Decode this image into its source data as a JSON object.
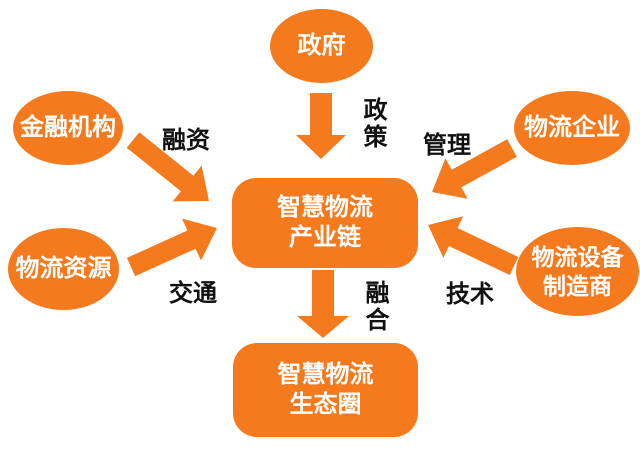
{
  "diagram": {
    "description": "Smart logistics industry chain ecosystem diagram",
    "colors": {
      "shape_fill": "#f5791d",
      "shape_text": "#ffffff",
      "edge_label_text": "#111111",
      "background": "#ffffff"
    },
    "nodes": {
      "government": {
        "label": "政府"
      },
      "financial": {
        "label": "金融机构"
      },
      "resources": {
        "label": "物流资源"
      },
      "enterprises": {
        "label": "物流企业"
      },
      "manufacturers": {
        "line1": "物流设备",
        "line2": "制造商"
      },
      "industry_chain": {
        "line1": "智慧物流",
        "line2": "产业链"
      },
      "ecosystem": {
        "line1": "智慧物流",
        "line2": "生态圈"
      }
    },
    "edges": {
      "policy": {
        "label": "政策",
        "from": "government",
        "to": "industry_chain"
      },
      "financing": {
        "label": "融资",
        "from": "financial",
        "to": "industry_chain"
      },
      "transport": {
        "label": "交通",
        "from": "resources",
        "to": "industry_chain"
      },
      "management": {
        "label": "管理",
        "from": "enterprises",
        "to": "industry_chain"
      },
      "technology": {
        "label": "技术",
        "from": "manufacturers",
        "to": "industry_chain"
      },
      "integration": {
        "label": "融合",
        "from": "industry_chain",
        "to": "ecosystem"
      }
    }
  }
}
